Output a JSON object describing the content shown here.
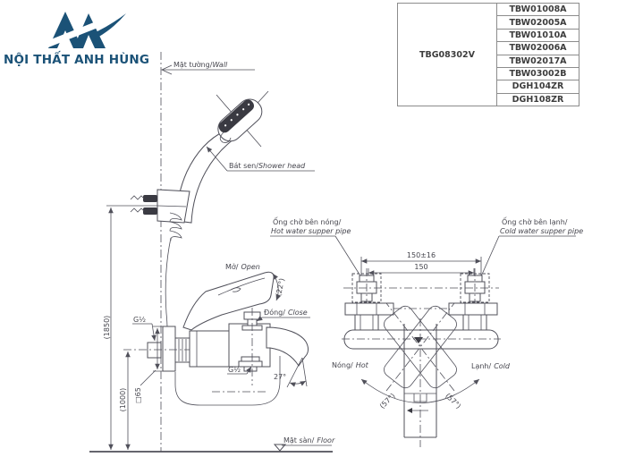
{
  "logo": {
    "brand_text": "NỘI THẤT ANH HÙNG",
    "color": "#1b5277"
  },
  "product_table": {
    "main_code": "TBG08302V",
    "codes": [
      "TBW01008A",
      "TBW02005A",
      "TBW01010A",
      "TBW02006A",
      "TBW02017A",
      "TBW03002B",
      "DGH104ZR",
      "DGH108ZR"
    ]
  },
  "side_view": {
    "wall": {
      "vi": "Mặt tường/",
      "en": "Wall"
    },
    "shower_head": {
      "vi": "Bát sen/",
      "en": "Shower head"
    },
    "open": {
      "vi": "Mở/",
      "en": "Open"
    },
    "open_angle": "(22°)",
    "close": {
      "vi": "Đóng/",
      "en": "Close"
    },
    "wall_thread": "G½",
    "hose_thread": "G½",
    "spout_angle": "27°",
    "shower_height": "(1850)",
    "faucet_height": "(1000)",
    "plate_size": "□65",
    "floor": {
      "vi": "Mặt sàn/",
      "en": "Floor"
    }
  },
  "front_view": {
    "hot_pipe": {
      "vi": "Ống chờ bên nóng/",
      "en": "Hot water supper pipe"
    },
    "cold_pipe": {
      "vi": "Ống chờ bên lạnh/",
      "en": "Cold water supper pipe"
    },
    "span_tolerance": "150±16",
    "span_nominal": "150",
    "hot": {
      "vi": "Nóng/",
      "en": "Hot"
    },
    "cold": {
      "vi": "Lạnh/",
      "en": "Cold"
    },
    "swing_left": "(57°)",
    "swing_right": "(57°)"
  },
  "colors": {
    "brand": "#1b5277",
    "line": "#50505a",
    "dark_fill": "#3a3a42",
    "table_border": "#8c8c8c",
    "text": "#46464e"
  }
}
